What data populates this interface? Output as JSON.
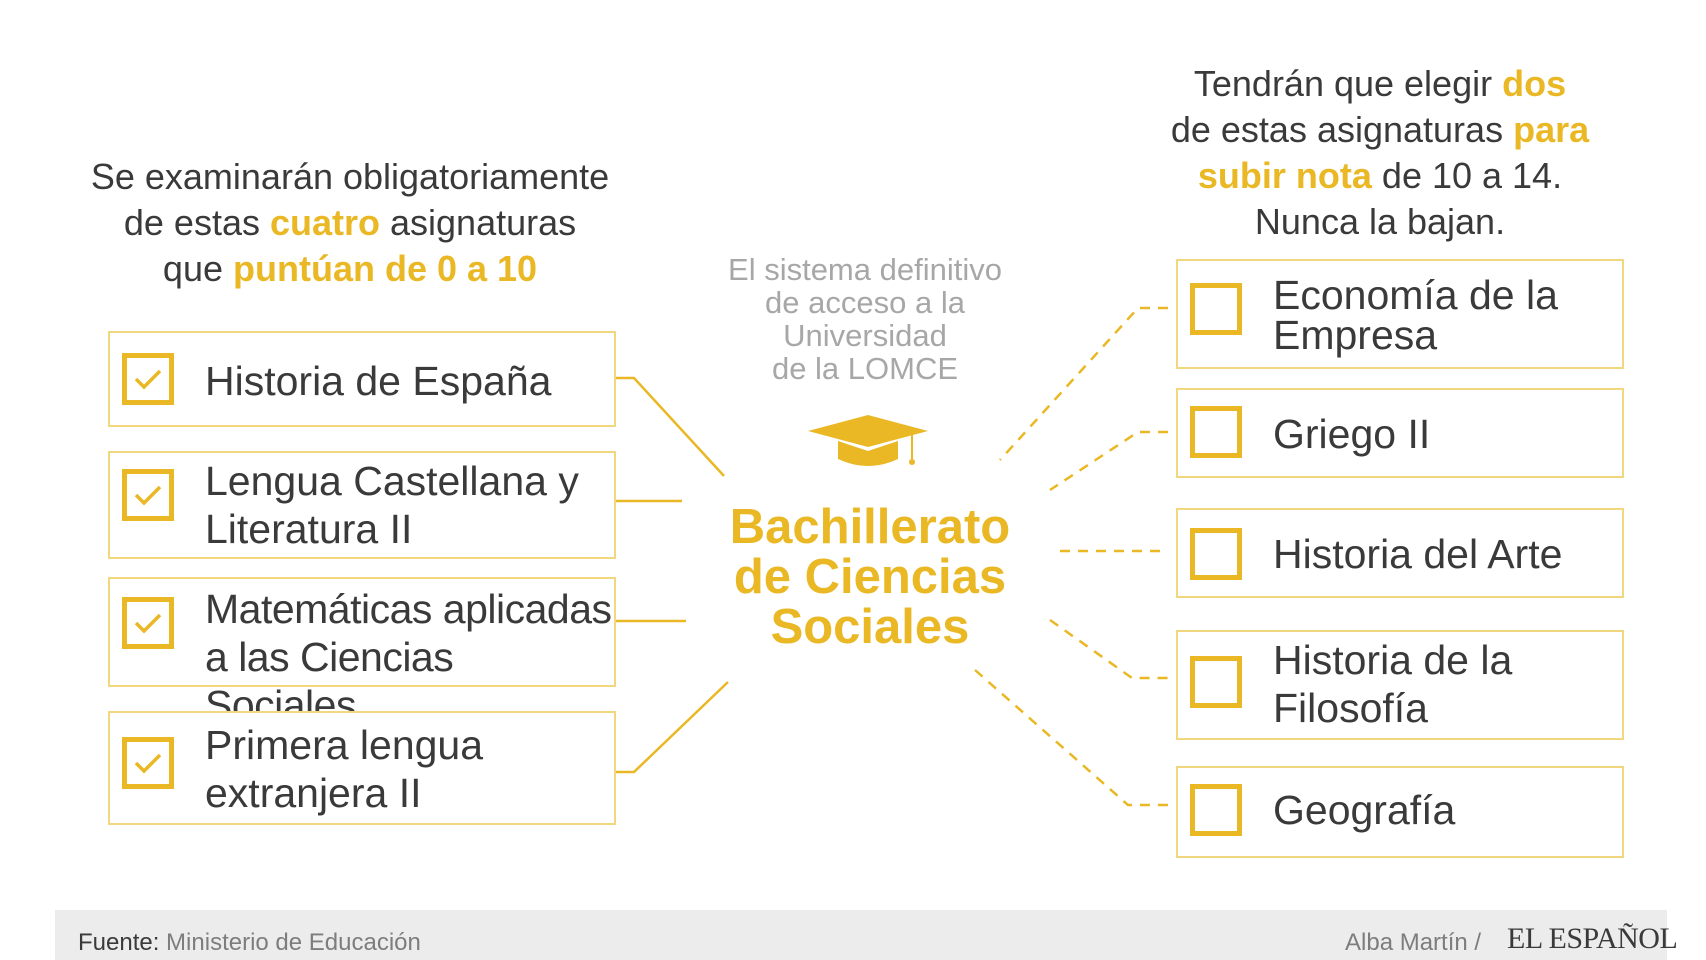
{
  "left_heading": {
    "line1": "Se examinarán obligatoriamente",
    "line2_pre": "de estas ",
    "line2_hl": "cuatro",
    "line2_post": " asignaturas",
    "line3_pre": "que ",
    "line3_hl": "puntúan de 0 a 10"
  },
  "right_heading": {
    "line1_pre": "Tendrán que elegir ",
    "line1_hl": "dos",
    "line2_pre": "de estas asignaturas ",
    "line2_hl": "para",
    "line3_hl": "subir nota",
    "line3_post": " de 10 a 14.",
    "line4": "Nunca la bajan."
  },
  "center": {
    "subtitle_line1": "El sistema definitivo",
    "subtitle_line2": "de acceso a la",
    "subtitle_line3": "Universidad",
    "subtitle_line4": "de la LOMCE",
    "title_line1": "Bachillerato",
    "title_line2": "de Ciencias",
    "title_line3": "Sociales",
    "icon": "graduation-cap-icon"
  },
  "mandatory_subjects": [
    {
      "line1": "Historia de España",
      "line2": "",
      "checked": true
    },
    {
      "line1": "Lengua Castellana y",
      "line2": "Literatura II",
      "checked": true
    },
    {
      "line1": "Matemáticas aplicadas",
      "line2": "a las Ciencias Sociales",
      "checked": true
    },
    {
      "line1": "Primera lengua",
      "line2": "extranjera II",
      "checked": true
    }
  ],
  "optional_subjects": [
    {
      "line1": "Economía de la",
      "line2": "Empresa",
      "checked": false
    },
    {
      "line1": "Griego II",
      "line2": "",
      "checked": false
    },
    {
      "line1": "Historia del Arte",
      "line2": "",
      "checked": false
    },
    {
      "line1": "Historia de la",
      "line2": "Filosofía",
      "checked": false
    },
    {
      "line1": "Geografía",
      "line2": "",
      "checked": false
    }
  ],
  "footer": {
    "source_label": "Fuente:",
    "source_value": " Ministerio de Educación",
    "author": "Alba Martín /",
    "brand": "EL ESPAÑOL"
  },
  "colors": {
    "accent": "#e9b824",
    "box_border": "#f1d77e",
    "text": "#3a3a3a",
    "muted": "#a7a7a7",
    "footer_bg": "#ececec"
  }
}
